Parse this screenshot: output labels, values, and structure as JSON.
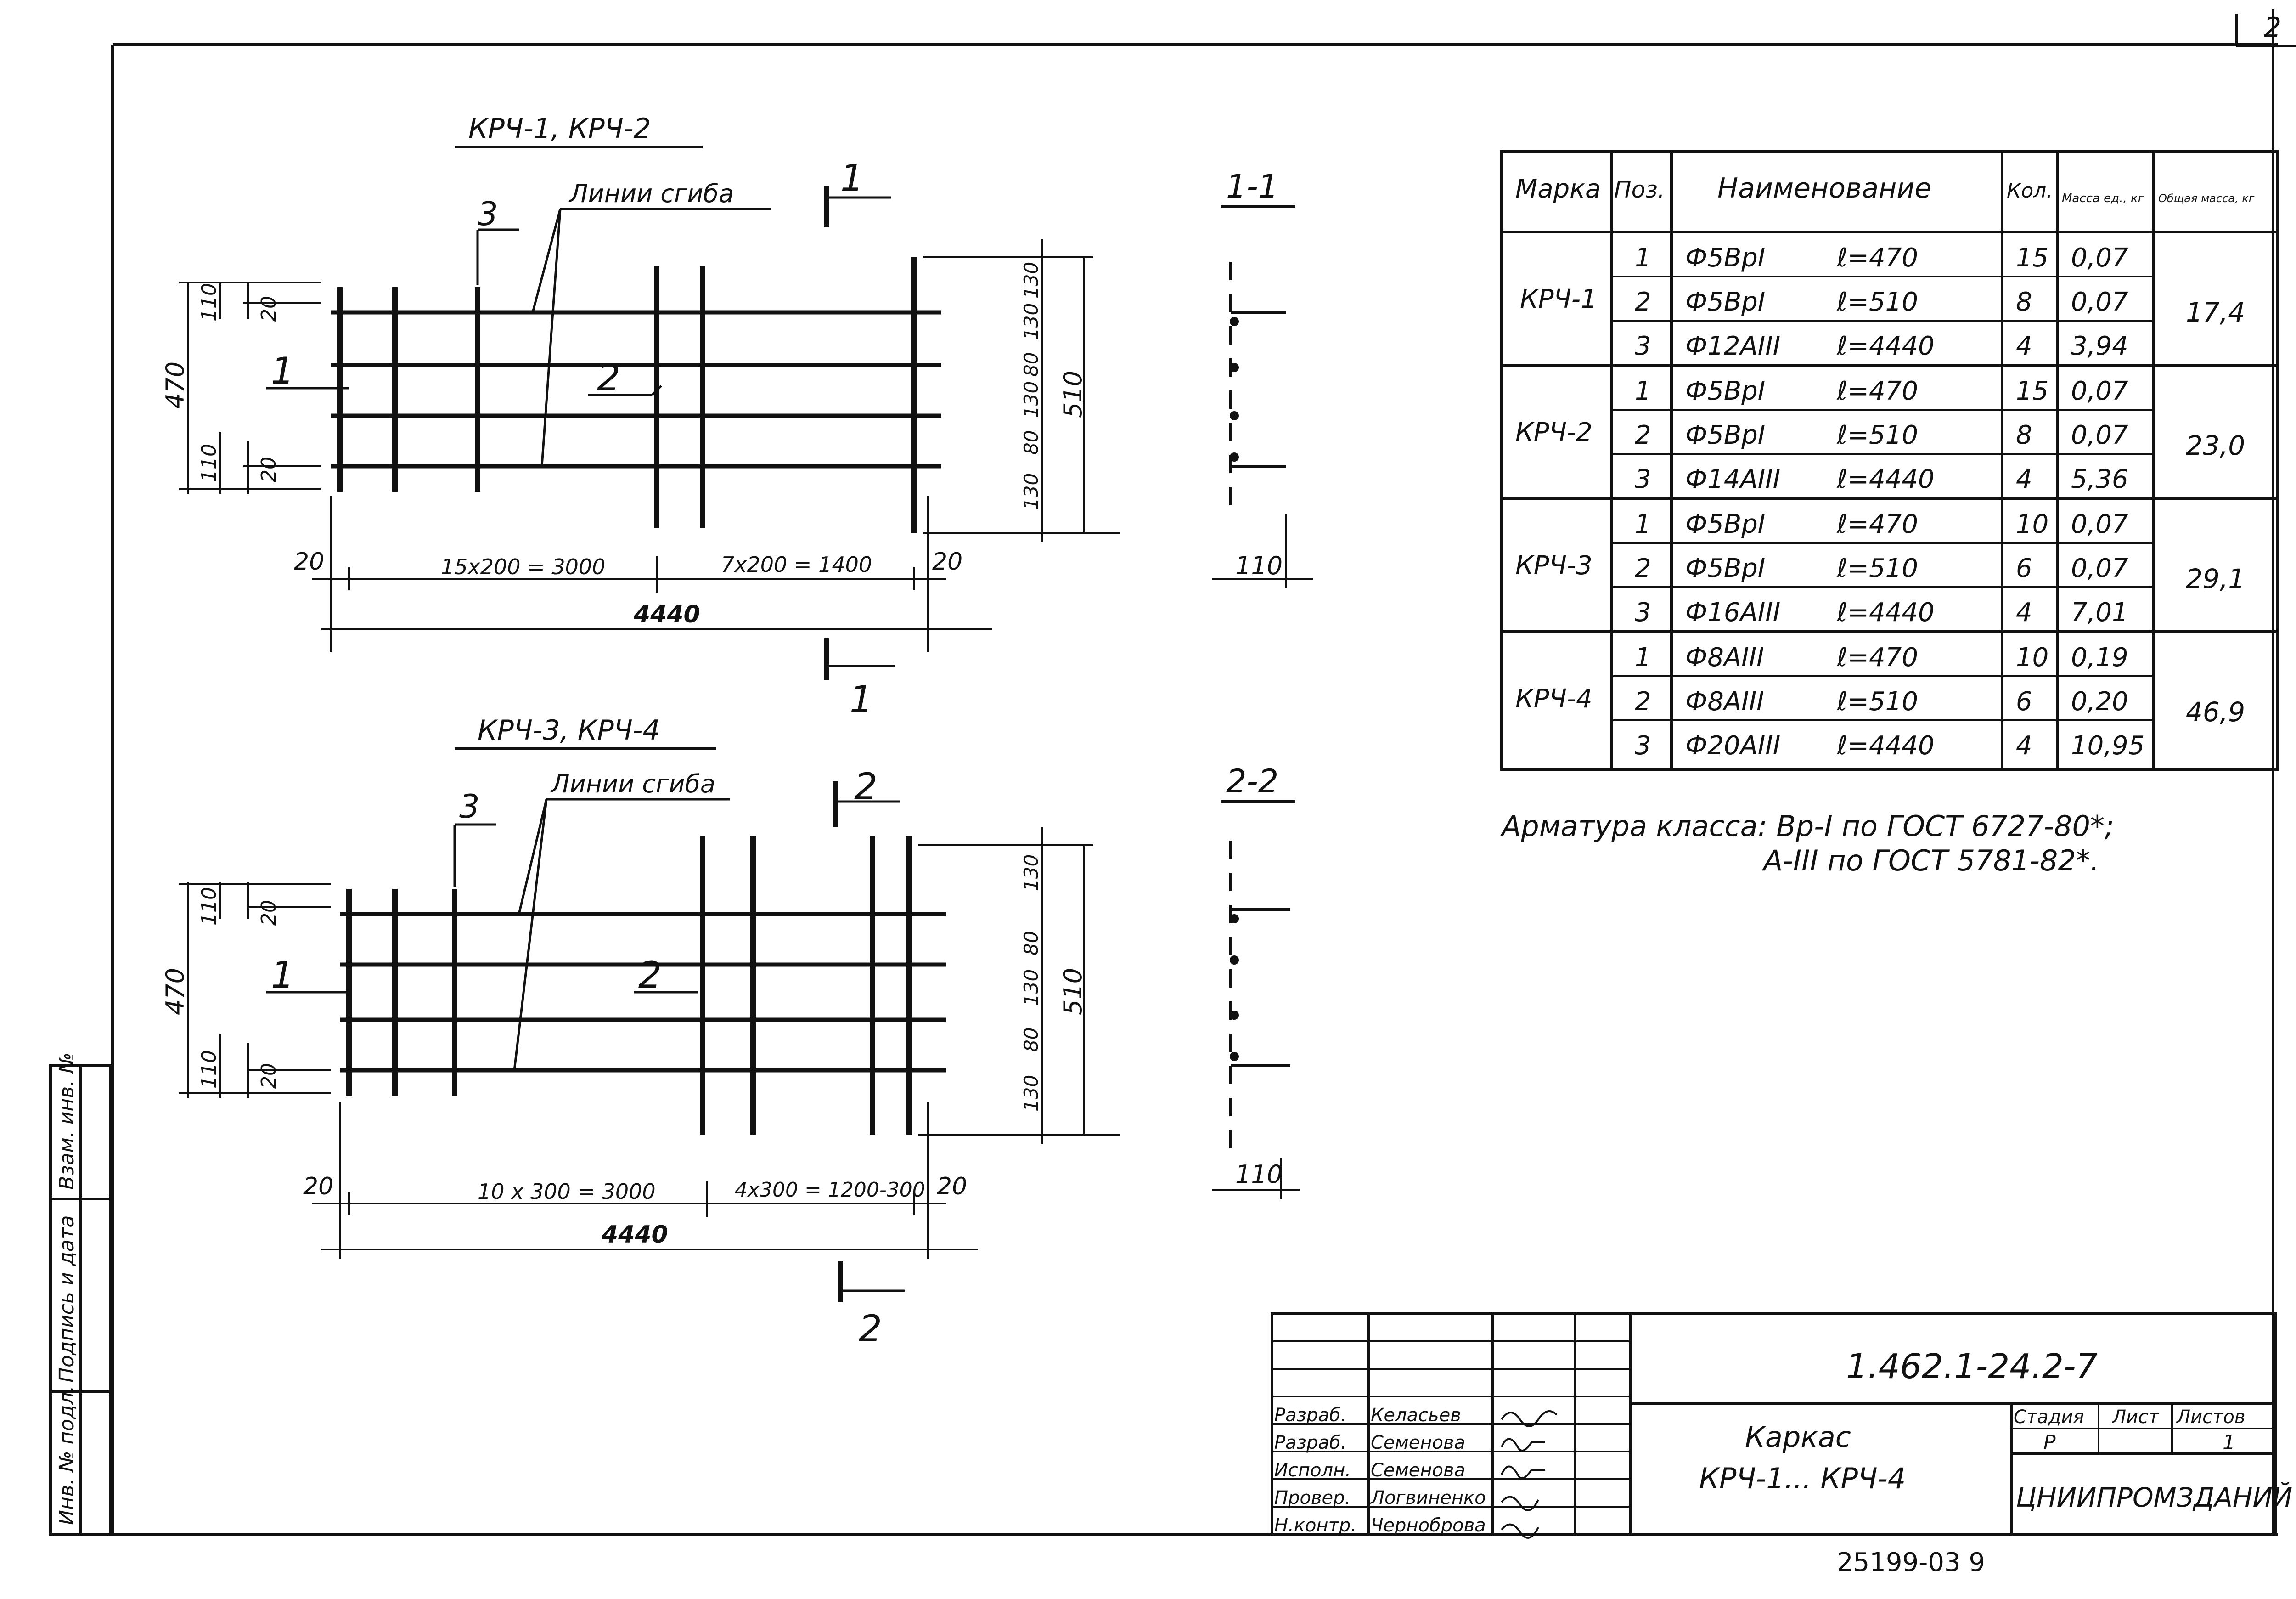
{
  "sheet_corner": "2",
  "drawing1": {
    "title": "КРЧ-1, КРЧ-2",
    "pos3": "3",
    "pos1": "1",
    "pos2": "2",
    "bend_label": "Линии сгиба",
    "dim_110_top": "110",
    "dim_20_top": "20",
    "dim_470": "470",
    "dim_110_bot": "110",
    "dim_20_bot": "20",
    "dim_130_top": "130",
    "dim_130_b": "130",
    "dim_80_a": "80",
    "dim_130_c": "130",
    "dim_80_b": "80",
    "dim_130_bot": "130",
    "dim_510": "510",
    "dim_20_left": "20",
    "dim_spacing1": "15х200 = 3000",
    "dim_spacing2": "7х200 = 1400",
    "dim_20_right": "20",
    "dim_total": "4440",
    "cut_mark": "1"
  },
  "drawing2": {
    "title": "КРЧ-3, КРЧ-4",
    "pos3": "3",
    "pos1": "1",
    "pos2": "2",
    "bend_label": "Линии сгиба",
    "dim_110_top": "110",
    "dim_20_top": "20",
    "dim_470": "470",
    "dim_110_bot": "110",
    "dim_20_bot": "20",
    "dim_130_top": "130",
    "dim_80_a": "80",
    "dim_130_c": "130",
    "dim_80_b": "80",
    "dim_130_bot": "130",
    "dim_510": "510",
    "dim_20_left": "20",
    "dim_spacing1": "10 х 300 = 3000",
    "dim_spacing2": "4х300 = 1200-300",
    "dim_20_right": "20",
    "dim_total": "4440",
    "cut_mark": "2"
  },
  "section1": {
    "title": "1-1",
    "dim": "110"
  },
  "section2": {
    "title": "2-2",
    "dim": "110"
  },
  "spec_table": {
    "headers": [
      "Марка",
      "Поз.",
      "Наименование",
      "Кол.",
      "Масса ед., кг",
      "Общая масса, кг"
    ],
    "groups": [
      {
        "mark": "КРЧ-1",
        "total": "17,4",
        "rows": [
          {
            "pos": "1",
            "name": "Ф5ВрI",
            "len": "ℓ=470",
            "qty": "15",
            "mass": "0,07"
          },
          {
            "pos": "2",
            "name": "Ф5ВрI",
            "len": "ℓ=510",
            "qty": "8",
            "mass": "0,07"
          },
          {
            "pos": "3",
            "name": "Ф12АIII",
            "len": "ℓ=4440",
            "qty": "4",
            "mass": "3,94"
          }
        ]
      },
      {
        "mark": "КРЧ-2",
        "total": "23,0",
        "rows": [
          {
            "pos": "1",
            "name": "Ф5ВрI",
            "len": "ℓ=470",
            "qty": "15",
            "mass": "0,07"
          },
          {
            "pos": "2",
            "name": "Ф5ВрI",
            "len": "ℓ=510",
            "qty": "8",
            "mass": "0,07"
          },
          {
            "pos": "3",
            "name": "Ф14АIII",
            "len": "ℓ=4440",
            "qty": "4",
            "mass": "5,36"
          }
        ]
      },
      {
        "mark": "КРЧ-3",
        "total": "29,1",
        "rows": [
          {
            "pos": "1",
            "name": "Ф5ВрI",
            "len": "ℓ=470",
            "qty": "10",
            "mass": "0,07"
          },
          {
            "pos": "2",
            "name": "Ф5ВрI",
            "len": "ℓ=510",
            "qty": "6",
            "mass": "0,07"
          },
          {
            "pos": "3",
            "name": "Ф16АIII",
            "len": "ℓ=4440",
            "qty": "4",
            "mass": "7,01"
          }
        ]
      },
      {
        "mark": "КРЧ-4",
        "total": "46,9",
        "rows": [
          {
            "pos": "1",
            "name": "Ф8АIII",
            "len": "ℓ=470",
            "qty": "10",
            "mass": "0,19"
          },
          {
            "pos": "2",
            "name": "Ф8АIII",
            "len": "ℓ=510",
            "qty": "6",
            "mass": "0,20"
          },
          {
            "pos": "3",
            "name": "Ф20АIII",
            "len": "ℓ=4440",
            "qty": "4",
            "mass": "10,95"
          }
        ]
      }
    ]
  },
  "note_line1": "Арматура класса: Вр-I по ГОСТ 6727-80*;",
  "note_line2": "А-III по ГОСТ 5781-82*.",
  "stamp": {
    "code": "1.462.1-24.2-7",
    "title1": "Каркас",
    "title2": "КРЧ-1... КРЧ-4",
    "stage_label": "Стадия",
    "sheet_label": "Лист",
    "sheets_label": "Листов",
    "stage": "Р",
    "sheet": "",
    "sheets": "1",
    "org": "ЦНИИПРОМЗДАНИЙ",
    "roles": [
      {
        "role": "Разраб.",
        "name": "Келасьев"
      },
      {
        "role": "Разраб.",
        "name": "Семенова"
      },
      {
        "role": "Исполн.",
        "name": "Семенова"
      },
      {
        "role": "Провер.",
        "name": "Логвиненко"
      },
      {
        "role": "Н.контр.",
        "name": "Черноброва"
      }
    ]
  },
  "side_stamp": [
    "Инв. № подл.",
    "Подпись и дата",
    "Взам. инв. №"
  ],
  "footer_number": "25199-03   9"
}
